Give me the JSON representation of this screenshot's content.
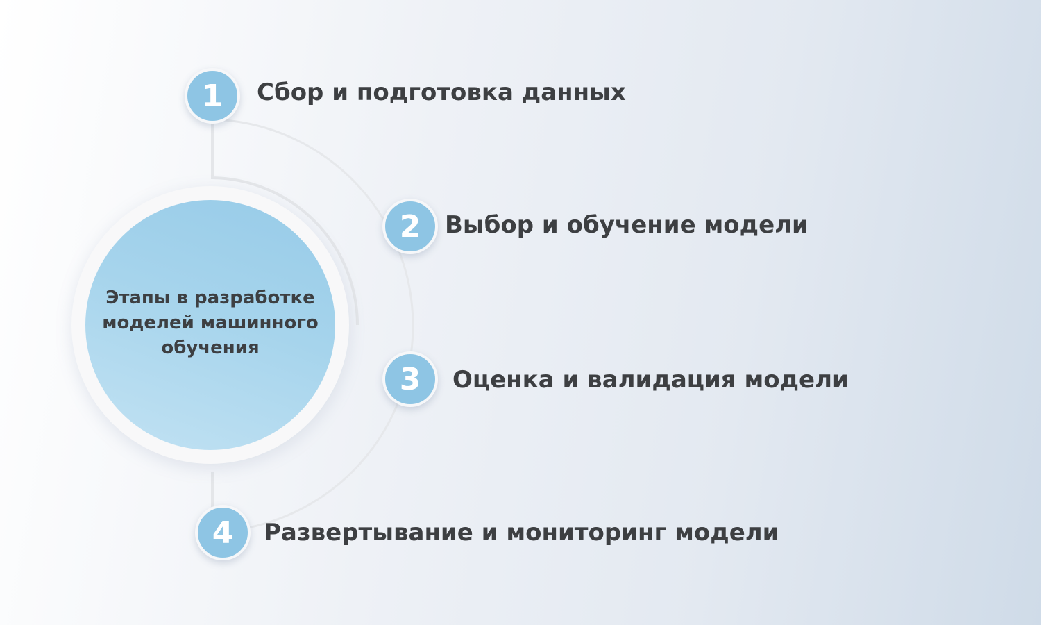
{
  "center": {
    "title": "Этапы в разработке моделей машинного обучения"
  },
  "steps": [
    {
      "number": "1",
      "label": "Сбор и подготовка данных"
    },
    {
      "number": "2",
      "label": "Выбор и обучение модели"
    },
    {
      "number": "3",
      "label": "Оценка и валидация модели"
    },
    {
      "number": "4",
      "label": "Развертывание и мониторинг модели"
    }
  ],
  "colors": {
    "badge": "#8ec5e4",
    "text": "#3d3f42",
    "hub": "#a6d4ec"
  }
}
